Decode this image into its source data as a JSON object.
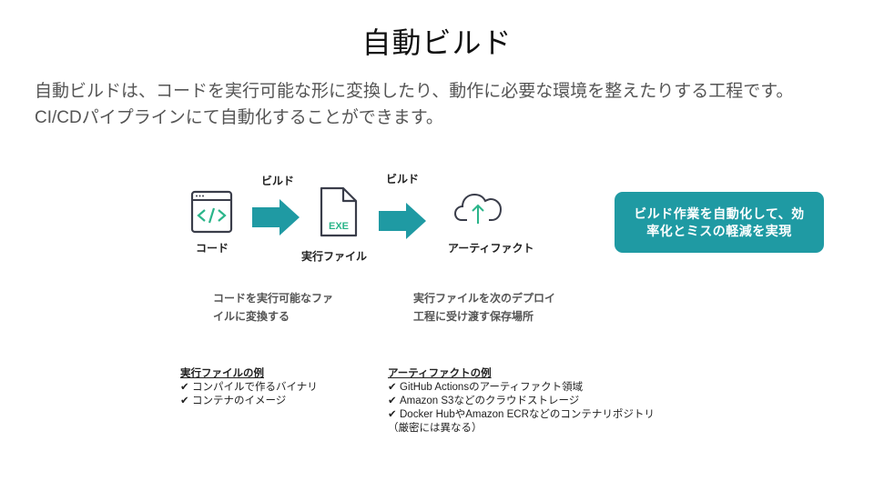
{
  "title": "自動ビルド",
  "intro": {
    "line1": "自動ビルドは、コードを実行可能な形に変換したり、動作に必要な環境を整えたりする工程です。",
    "line2": "CI/CDパイプラインにて自動化することができます。"
  },
  "colors": {
    "accent": "#1f9aa3",
    "icon_stroke": "#3a3d4a",
    "icon_green": "#2bb58a"
  },
  "flow": {
    "nodes": [
      {
        "label": "コード",
        "icon": "code-window-icon"
      },
      {
        "label": "実行ファイル",
        "icon": "exe-file-icon",
        "icon_text": "EXE"
      },
      {
        "label": "アーティファクト",
        "icon": "cloud-upload-icon"
      }
    ],
    "arrows": [
      {
        "label": "ビルド"
      },
      {
        "label": "ビルド"
      }
    ]
  },
  "notes": {
    "build": [
      "コードを実行可能なファ",
      "イルに変換する"
    ],
    "artifact": [
      "実行ファイルを次のデプロイ",
      "工程に受け渡す保存場所"
    ]
  },
  "callout": {
    "line1": "ビルド作業を自動化して、効",
    "line2": "率化とミスの軽減を実現"
  },
  "examples": {
    "executable": {
      "heading": "実行ファイルの例",
      "items": [
        "コンパイルで作るバイナリ",
        "コンテナのイメージ"
      ]
    },
    "artifact": {
      "heading": "アーティファクトの例",
      "items": [
        "GitHub Actionsのアーティファクト領域",
        "Amazon S3などのクラウドストレージ",
        "Docker HubやAmazon ECRなどのコンテナリポジトリ"
      ],
      "footnote": "（厳密には異なる）"
    },
    "check_glyph": "✔"
  }
}
